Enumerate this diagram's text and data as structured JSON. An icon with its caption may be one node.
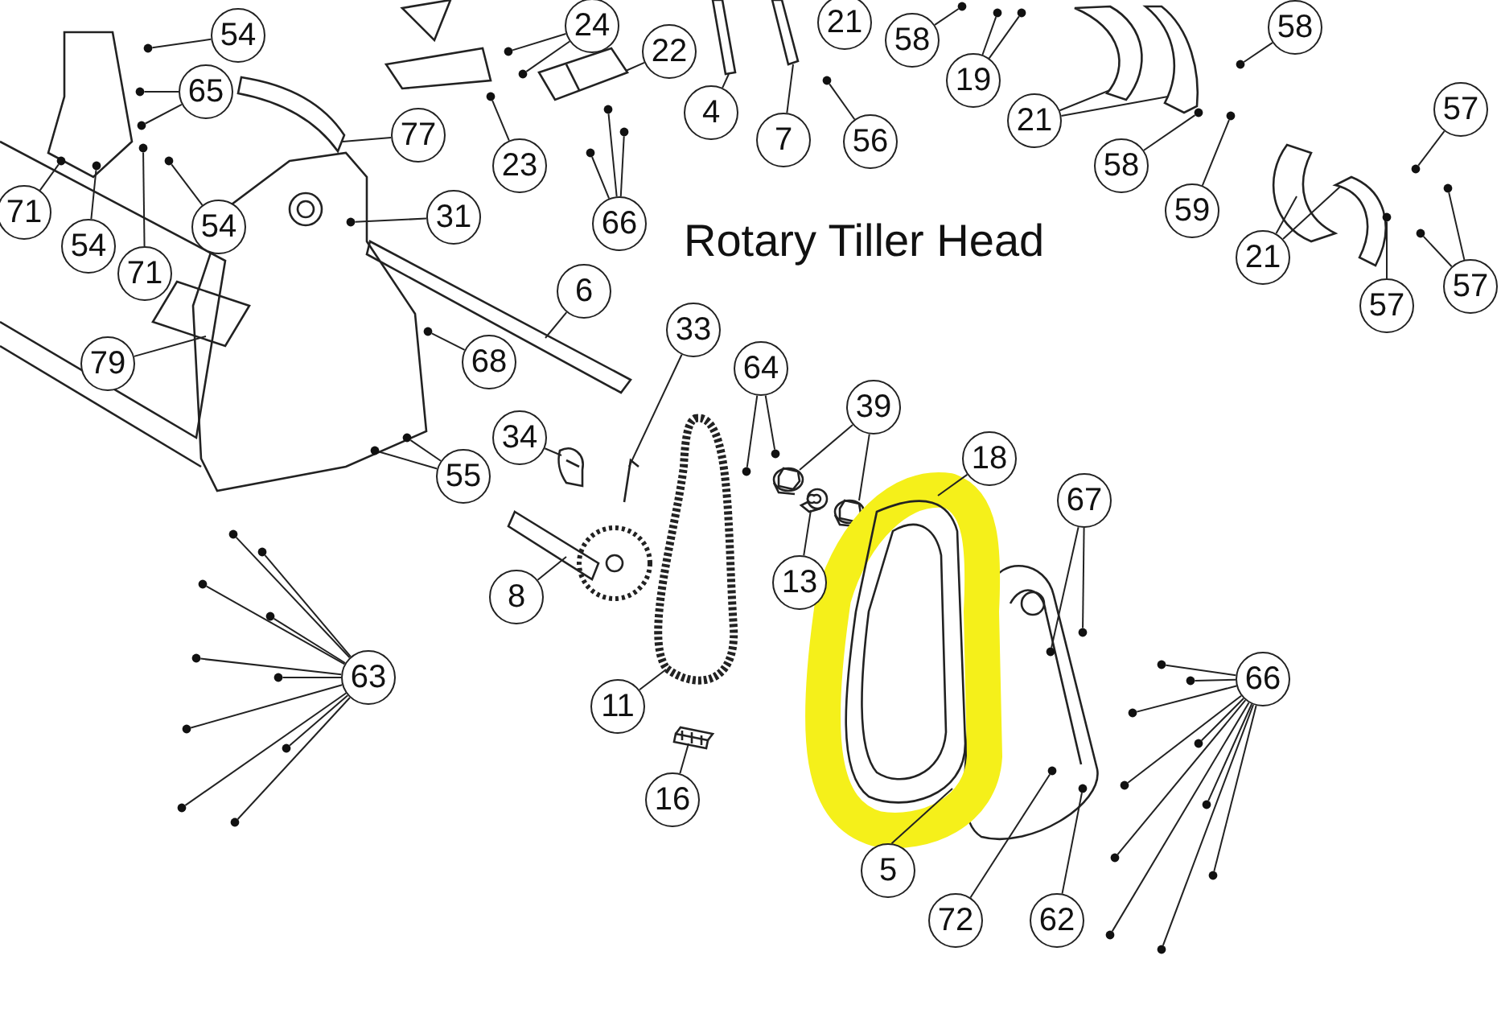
{
  "diagram": {
    "title": "Rotary Tiller Head",
    "nodes": [
      {
        "text": [
          "21"
        ]
      },
      {
        "text": [
          "54"
        ]
      },
      {
        "text": [
          "24"
        ]
      },
      {
        "text": [
          "58"
        ]
      },
      {
        "text": [
          "19"
        ]
      },
      {
        "text": [
          "58"
        ]
      },
      {
        "text": [
          "65"
        ]
      },
      {
        "text": [
          "22"
        ]
      },
      {
        "text": [
          "4"
        ]
      },
      {
        "text": [
          "7"
        ]
      },
      {
        "text": [
          "56"
        ]
      },
      {
        "text": [
          "21"
        ]
      },
      {
        "text": [
          "58"
        ]
      },
      {
        "text": [
          "59"
        ]
      },
      {
        "text": [
          "57"
        ]
      },
      {
        "text": [
          "21"
        ]
      },
      {
        "text": [
          "57"
        ]
      },
      {
        "text": [
          "57"
        ]
      },
      {
        "text": [
          "77"
        ]
      },
      {
        "text": [
          "23"
        ]
      },
      {
        "text": [
          "66"
        ]
      },
      {
        "text": [
          "71"
        ]
      },
      {
        "text": [
          "54"
        ]
      },
      {
        "text": [
          "54"
        ]
      },
      {
        "text": [
          "71"
        ]
      },
      {
        "text": [
          "31"
        ]
      },
      {
        "text": [
          "6"
        ]
      },
      {
        "text": [
          "79"
        ]
      },
      {
        "text": [
          "68"
        ]
      },
      {
        "text": [
          "33"
        ]
      },
      {
        "text": [
          "64"
        ]
      },
      {
        "text": [
          "39"
        ]
      },
      {
        "text": [
          "34"
        ]
      },
      {
        "text": [
          "55"
        ]
      },
      {
        "text": [
          "18"
        ]
      },
      {
        "text": [
          "67"
        ]
      },
      {
        "text": [
          "13"
        ]
      },
      {
        "text": [
          "8"
        ]
      },
      {
        "text": [
          "63"
        ]
      },
      {
        "text": [
          "11"
        ]
      },
      {
        "text": [
          "66"
        ]
      },
      {
        "text": [
          "16"
        ]
      },
      {
        "text": [
          "5"
        ]
      },
      {
        "text": [
          "72"
        ]
      },
      {
        "text": [
          "62"
        ]
      },
      {
        "text": [],
        "shape": "circle"
      },
      {
        "text": [],
        "shape": "circle"
      },
      {
        "text": [],
        "shape": "circle"
      },
      {
        "text": [],
        "shape": "circle"
      },
      {
        "text": [],
        "shape": "circle"
      },
      {
        "text": [],
        "shape": "circle"
      },
      {
        "text": [],
        "shape": "circle"
      },
      {
        "text": [],
        "shape": "circle"
      },
      {
        "text": [],
        "shape": "circle"
      },
      {
        "text": [],
        "shape": "picture"
      },
      {
        "text": [],
        "shape": "picture"
      },
      {
        "text": [],
        "shape": "picture"
      },
      {
        "text": [],
        "shape": "circle"
      },
      {
        "text": [],
        "shape": "picture"
      },
      {
        "text": [],
        "shape": "picture"
      },
      {
        "text": [],
        "shape": "circle"
      },
      {
        "text": [],
        "shape": "circle"
      },
      {
        "text": [],
        "shape": "circle"
      },
      {
        "text": [],
        "shape": "picture"
      },
      {
        "text": [],
        "shape": "picture"
      },
      {
        "text": [],
        "shape": "circle"
      },
      {
        "text": [],
        "shape": "circle"
      },
      {
        "text": [],
        "shape": "circle"
      },
      {
        "text": [],
        "shape": "picture"
      },
      {
        "text": [],
        "shape": "circle"
      },
      {
        "text": [],
        "shape": "circle"
      },
      {
        "text": [],
        "shape": "circle"
      },
      {
        "text": [],
        "shape": "circle"
      },
      {
        "text": [],
        "shape": "circle"
      },
      {
        "text": [],
        "shape": "circle"
      },
      {
        "text": [],
        "shape": "circle"
      },
      {
        "text": [],
        "shape": "circle"
      },
      {
        "text": [],
        "shape": "circle"
      },
      {
        "text": [],
        "shape": "picture"
      },
      {
        "text": [],
        "shape": "picture"
      },
      {
        "text": [],
        "shape": "circle"
      },
      {
        "text": [],
        "shape": "picture"
      },
      {
        "text": [],
        "shape": "circle"
      },
      {
        "text": [],
        "shape": "circle"
      },
      {
        "text": [],
        "shape": "picture"
      },
      {
        "text": [],
        "shape": "picture"
      },
      {
        "text": [],
        "shape": "picture"
      },
      {
        "text": [],
        "shape": "circle"
      },
      {
        "text": [],
        "shape": "circle"
      },
      {
        "text": [],
        "shape": "picture"
      },
      {
        "text": [],
        "shape": "circle"
      },
      {
        "text": [],
        "shape": "circle"
      },
      {
        "text": [],
        "shape": "picture"
      },
      {
        "text": [],
        "shape": "picture"
      },
      {
        "text": [],
        "shape": "circle"
      },
      {
        "text": [],
        "shape": "circle"
      },
      {
        "text": [],
        "shape": "circle"
      },
      {
        "text": [],
        "shape": "circle"
      },
      {
        "text": [],
        "shape": "circle"
      },
      {
        "text": [],
        "shape": "circle"
      },
      {
        "text": [],
        "shape": "circle"
      },
      {
        "text": [],
        "shape": "circle"
      },
      {
        "text": [],
        "shape": "circle"
      },
      {
        "text": [],
        "shape": "circle"
      },
      {
        "text": [],
        "shape": "picture"
      },
      {
        "text": [],
        "shape": "circle"
      },
      {
        "text": [],
        "shape": "circle"
      },
      {
        "text": [],
        "shape": "circle"
      },
      {
        "text": [],
        "shape": "circle"
      },
      {
        "text": [],
        "shape": "circle"
      },
      {
        "text": [],
        "shape": "circle"
      },
      {
        "text": [],
        "shape": "circle"
      },
      {
        "text": [],
        "shape": "circle"
      },
      {
        "text": [],
        "shape": "circle"
      },
      {
        "text": [],
        "shape": "circle"
      },
      {
        "text": [],
        "shape": "picture"
      },
      {
        "text": [],
        "shape": "circle"
      },
      {
        "text": [],
        "shape": "circle"
      }
    ],
    "edges": [
      {
        "from": 1,
        "to": 45,
        "arrow": "none"
      },
      {
        "from": 2,
        "to": 46,
        "arrow": "none"
      },
      {
        "from": 2,
        "to": 47,
        "arrow": "none"
      },
      {
        "from": 3,
        "to": 48,
        "arrow": "none"
      },
      {
        "from": 4,
        "to": 49,
        "arrow": "none"
      },
      {
        "from": 4,
        "to": 50,
        "arrow": "none"
      },
      {
        "from": 5,
        "to": 51,
        "arrow": "none"
      },
      {
        "from": 6,
        "to": 52,
        "arrow": "none"
      },
      {
        "from": 6,
        "to": 53,
        "arrow": "none"
      },
      {
        "from": 7,
        "to": 54,
        "arrow": "none"
      },
      {
        "from": 8,
        "to": 55,
        "arrow": "none"
      },
      {
        "from": 9,
        "to": 56,
        "arrow": "none"
      },
      {
        "from": 10,
        "to": 57,
        "arrow": "none"
      },
      {
        "from": 11,
        "to": 58,
        "arrow": "none"
      },
      {
        "from": 11,
        "to": 59,
        "arrow": "none"
      },
      {
        "from": 12,
        "to": 60,
        "arrow": "none"
      },
      {
        "from": 13,
        "to": 61,
        "arrow": "none"
      },
      {
        "from": 14,
        "to": 62,
        "arrow": "none"
      },
      {
        "from": 15,
        "to": 63,
        "arrow": "none"
      },
      {
        "from": 15,
        "to": 64,
        "arrow": "none"
      },
      {
        "from": 16,
        "to": 65,
        "arrow": "none"
      },
      {
        "from": 17,
        "to": 66,
        "arrow": "none"
      },
      {
        "from": 17,
        "to": 67,
        "arrow": "none"
      },
      {
        "from": 18,
        "to": 68,
        "arrow": "none"
      },
      {
        "from": 19,
        "to": 69,
        "arrow": "none"
      },
      {
        "from": 20,
        "to": 70,
        "arrow": "none"
      },
      {
        "from": 20,
        "to": 71,
        "arrow": "none"
      },
      {
        "from": 20,
        "to": 72,
        "arrow": "none"
      },
      {
        "from": 21,
        "to": 73,
        "arrow": "none"
      },
      {
        "from": 22,
        "to": 74,
        "arrow": "none"
      },
      {
        "from": 23,
        "to": 75,
        "arrow": "none"
      },
      {
        "from": 24,
        "to": 76,
        "arrow": "none"
      },
      {
        "from": 25,
        "to": 77,
        "arrow": "none"
      },
      {
        "from": 26,
        "to": 78,
        "arrow": "none"
      },
      {
        "from": 27,
        "to": 79,
        "arrow": "none"
      },
      {
        "from": 28,
        "to": 80,
        "arrow": "none"
      },
      {
        "from": 29,
        "to": 81,
        "arrow": "none"
      },
      {
        "from": 30,
        "to": 82,
        "arrow": "none"
      },
      {
        "from": 30,
        "to": 83,
        "arrow": "none"
      },
      {
        "from": 31,
        "to": 84,
        "arrow": "none"
      },
      {
        "from": 31,
        "to": 85,
        "arrow": "none"
      },
      {
        "from": 32,
        "to": 86,
        "arrow": "none"
      },
      {
        "from": 33,
        "to": 87,
        "arrow": "none"
      },
      {
        "from": 33,
        "to": 88,
        "arrow": "none"
      },
      {
        "from": 34,
        "to": 89,
        "arrow": "none"
      },
      {
        "from": 35,
        "to": 90,
        "arrow": "none"
      },
      {
        "from": 35,
        "to": 91,
        "arrow": "none"
      },
      {
        "from": 36,
        "to": 92,
        "arrow": "none"
      },
      {
        "from": 37,
        "to": 93,
        "arrow": "none"
      },
      {
        "from": 38,
        "to": 94,
        "arrow": "none"
      },
      {
        "from": 38,
        "to": 95,
        "arrow": "none"
      },
      {
        "from": 38,
        "to": 96,
        "arrow": "none"
      },
      {
        "from": 38,
        "to": 97,
        "arrow": "none"
      },
      {
        "from": 38,
        "to": 98,
        "arrow": "none"
      },
      {
        "from": 38,
        "to": 99,
        "arrow": "none"
      },
      {
        "from": 38,
        "to": 100,
        "arrow": "none"
      },
      {
        "from": 38,
        "to": 101,
        "arrow": "none"
      },
      {
        "from": 38,
        "to": 102,
        "arrow": "none"
      },
      {
        "from": 38,
        "to": 103,
        "arrow": "none"
      },
      {
        "from": 39,
        "to": 104,
        "arrow": "none"
      },
      {
        "from": 40,
        "to": 105,
        "arrow": "none"
      },
      {
        "from": 40,
        "to": 106,
        "arrow": "none"
      },
      {
        "from": 40,
        "to": 107,
        "arrow": "none"
      },
      {
        "from": 40,
        "to": 108,
        "arrow": "none"
      },
      {
        "from": 40,
        "to": 109,
        "arrow": "none"
      },
      {
        "from": 40,
        "to": 110,
        "arrow": "none"
      },
      {
        "from": 40,
        "to": 111,
        "arrow": "none"
      },
      {
        "from": 40,
        "to": 112,
        "arrow": "none"
      },
      {
        "from": 40,
        "to": 113,
        "arrow": "none"
      },
      {
        "from": 40,
        "to": 114,
        "arrow": "none"
      },
      {
        "from": 41,
        "to": 115,
        "arrow": "none"
      },
      {
        "from": 42,
        "to": 89,
        "arrow": "none"
      },
      {
        "from": 43,
        "to": 116,
        "arrow": "none"
      },
      {
        "from": 44,
        "to": 117,
        "arrow": "none"
      }
    ]
  }
}
